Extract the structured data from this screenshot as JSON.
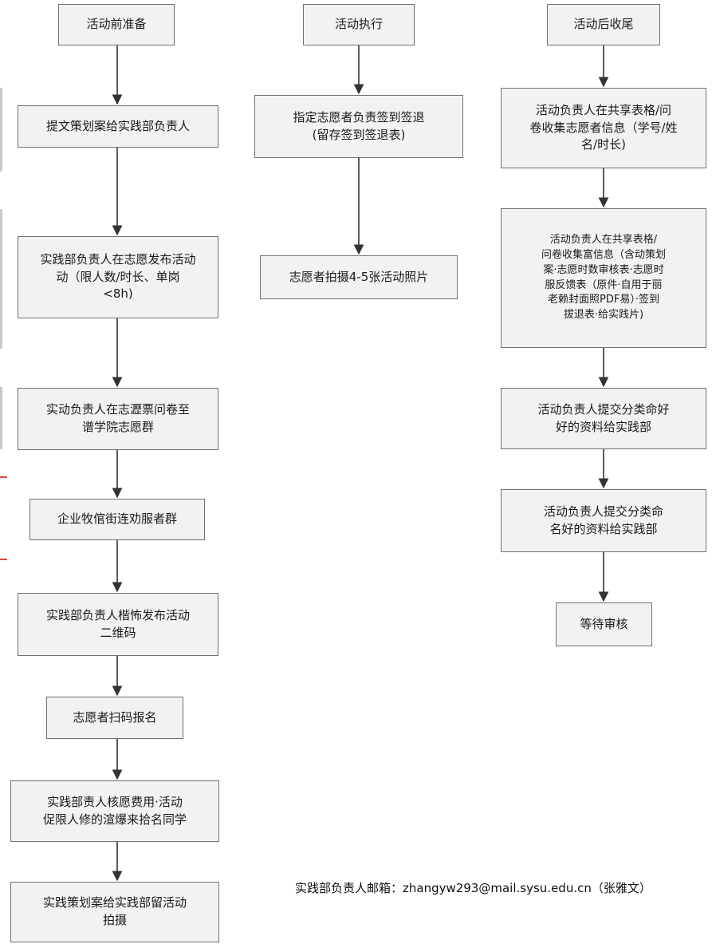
{
  "columns": {
    "prep": {
      "header": "活动前准备",
      "steps": [
        "提文策划案给实践部负责人",
        "实践部负责人在志愿发布活动\n动（限人数/时长、单岗\n<8h)",
        "实动负责人在志瀝票问卷至\n谱学院志愿群",
        "企业牧倌街连劝服者群",
        "实践部负责人楷怖发布活动\n二维码",
        "志愿者扫码报名",
        "实践部责人核愿费用·活动\n促限人修的渲爆来拾名同学",
        "实践策划案给实践部留活动\n拍摄"
      ]
    },
    "exec": {
      "header": "活动执行",
      "steps": [
        "指定志愿者负责签到签退\n(留存签到签退表)",
        "志愿者拍摄4-5张活动照片"
      ]
    },
    "post": {
      "header": "活动后收尾",
      "steps": [
        "活动负责人在共享表格/问\n卷收集志愿者信息（学号/姓\n名/时长)",
        "活动负责人在共享表格/\n问卷收集富信息（含动策划\n案·志愿时数审核表·志愿时\n服反馈表（原件·自用于丽\n老赖封面照PDF易）·签到\n拔退表·给实践片)",
        "活动负责人提交分类命好\n好的资料给实践部",
        "活动负责人提交分类命\n名好的资料给实践部",
        "等待审核"
      ]
    }
  },
  "footer": {
    "contact": "实践部负责人邮箱：zhangyw293@mail.sysu.edu.cn（张雅文）"
  }
}
